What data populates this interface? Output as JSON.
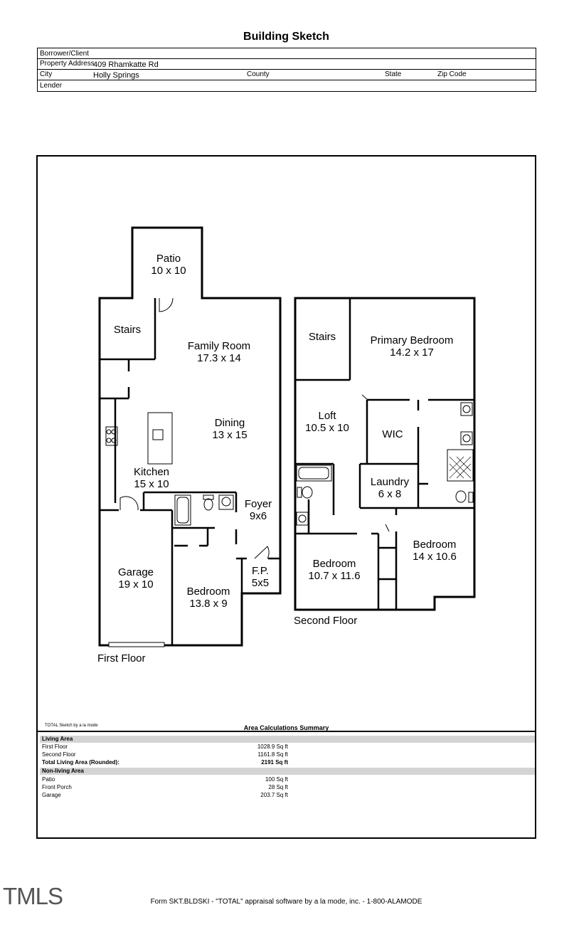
{
  "title": "Building Sketch",
  "header": {
    "borrower_label": "Borrower/Client",
    "address_label": "Property Address",
    "address_value": "409 Rhamkatte Rd",
    "city_label": "City",
    "city_value": "Holly Springs",
    "county_label": "County",
    "state_label": "State",
    "zip_label": "Zip Code",
    "lender_label": "Lender"
  },
  "rooms": {
    "patio": "Patio",
    "patio_dim": "10 x 10",
    "stairs1": "Stairs",
    "family": "Family Room",
    "family_dim": "17.3 x 14",
    "dining": "Dining",
    "dining_dim": "13 x 15",
    "kitchen": "Kitchen",
    "kitchen_dim": "15 x 10",
    "foyer": "Foyer",
    "foyer_dim": "9x6",
    "fp": "F.P.",
    "fp_dim": "5x5",
    "garage": "Garage",
    "garage_dim": "19 x 10",
    "bed1": "Bedroom",
    "bed1_dim": "13.8 x 9",
    "stairs2": "Stairs",
    "primary": "Primary Bedroom",
    "primary_dim": "14.2 x 17",
    "loft": "Loft",
    "loft_dim": "10.5 x 10",
    "wic": "WIC",
    "laundry": "Laundry",
    "laundry_dim": "6 x 8",
    "bed2": "Bedroom",
    "bed2_dim": "14 x 10.6",
    "bed3": "Bedroom",
    "bed3_dim": "10.7 x 11.6"
  },
  "floors": {
    "first": "First Floor",
    "second": "Second Floor"
  },
  "credit": "TOTAL Sketch by a la mode",
  "summary": {
    "title": "Area Calculations Summary",
    "living_heading": "Living Area",
    "first_label": "First Floor",
    "first_value": "1028.9 Sq ft",
    "second_label": "Second Floor",
    "second_value": "1161.8 Sq ft",
    "total_label": "Total Living Area (Rounded):",
    "total_value": "2191 Sq ft",
    "nonliving_heading": "Non-living Area",
    "patio_label": "Patio",
    "patio_value": "100 Sq ft",
    "porch_label": "Front Porch",
    "porch_value": "28 Sq ft",
    "garage_label": "Garage",
    "garage_value": "203.7 Sq ft"
  },
  "mls": "TMLS",
  "form_footer": "Form SKT.BLDSKI - \"TOTAL\" appraisal software by a la mode, inc. - 1-800-ALAMODE"
}
